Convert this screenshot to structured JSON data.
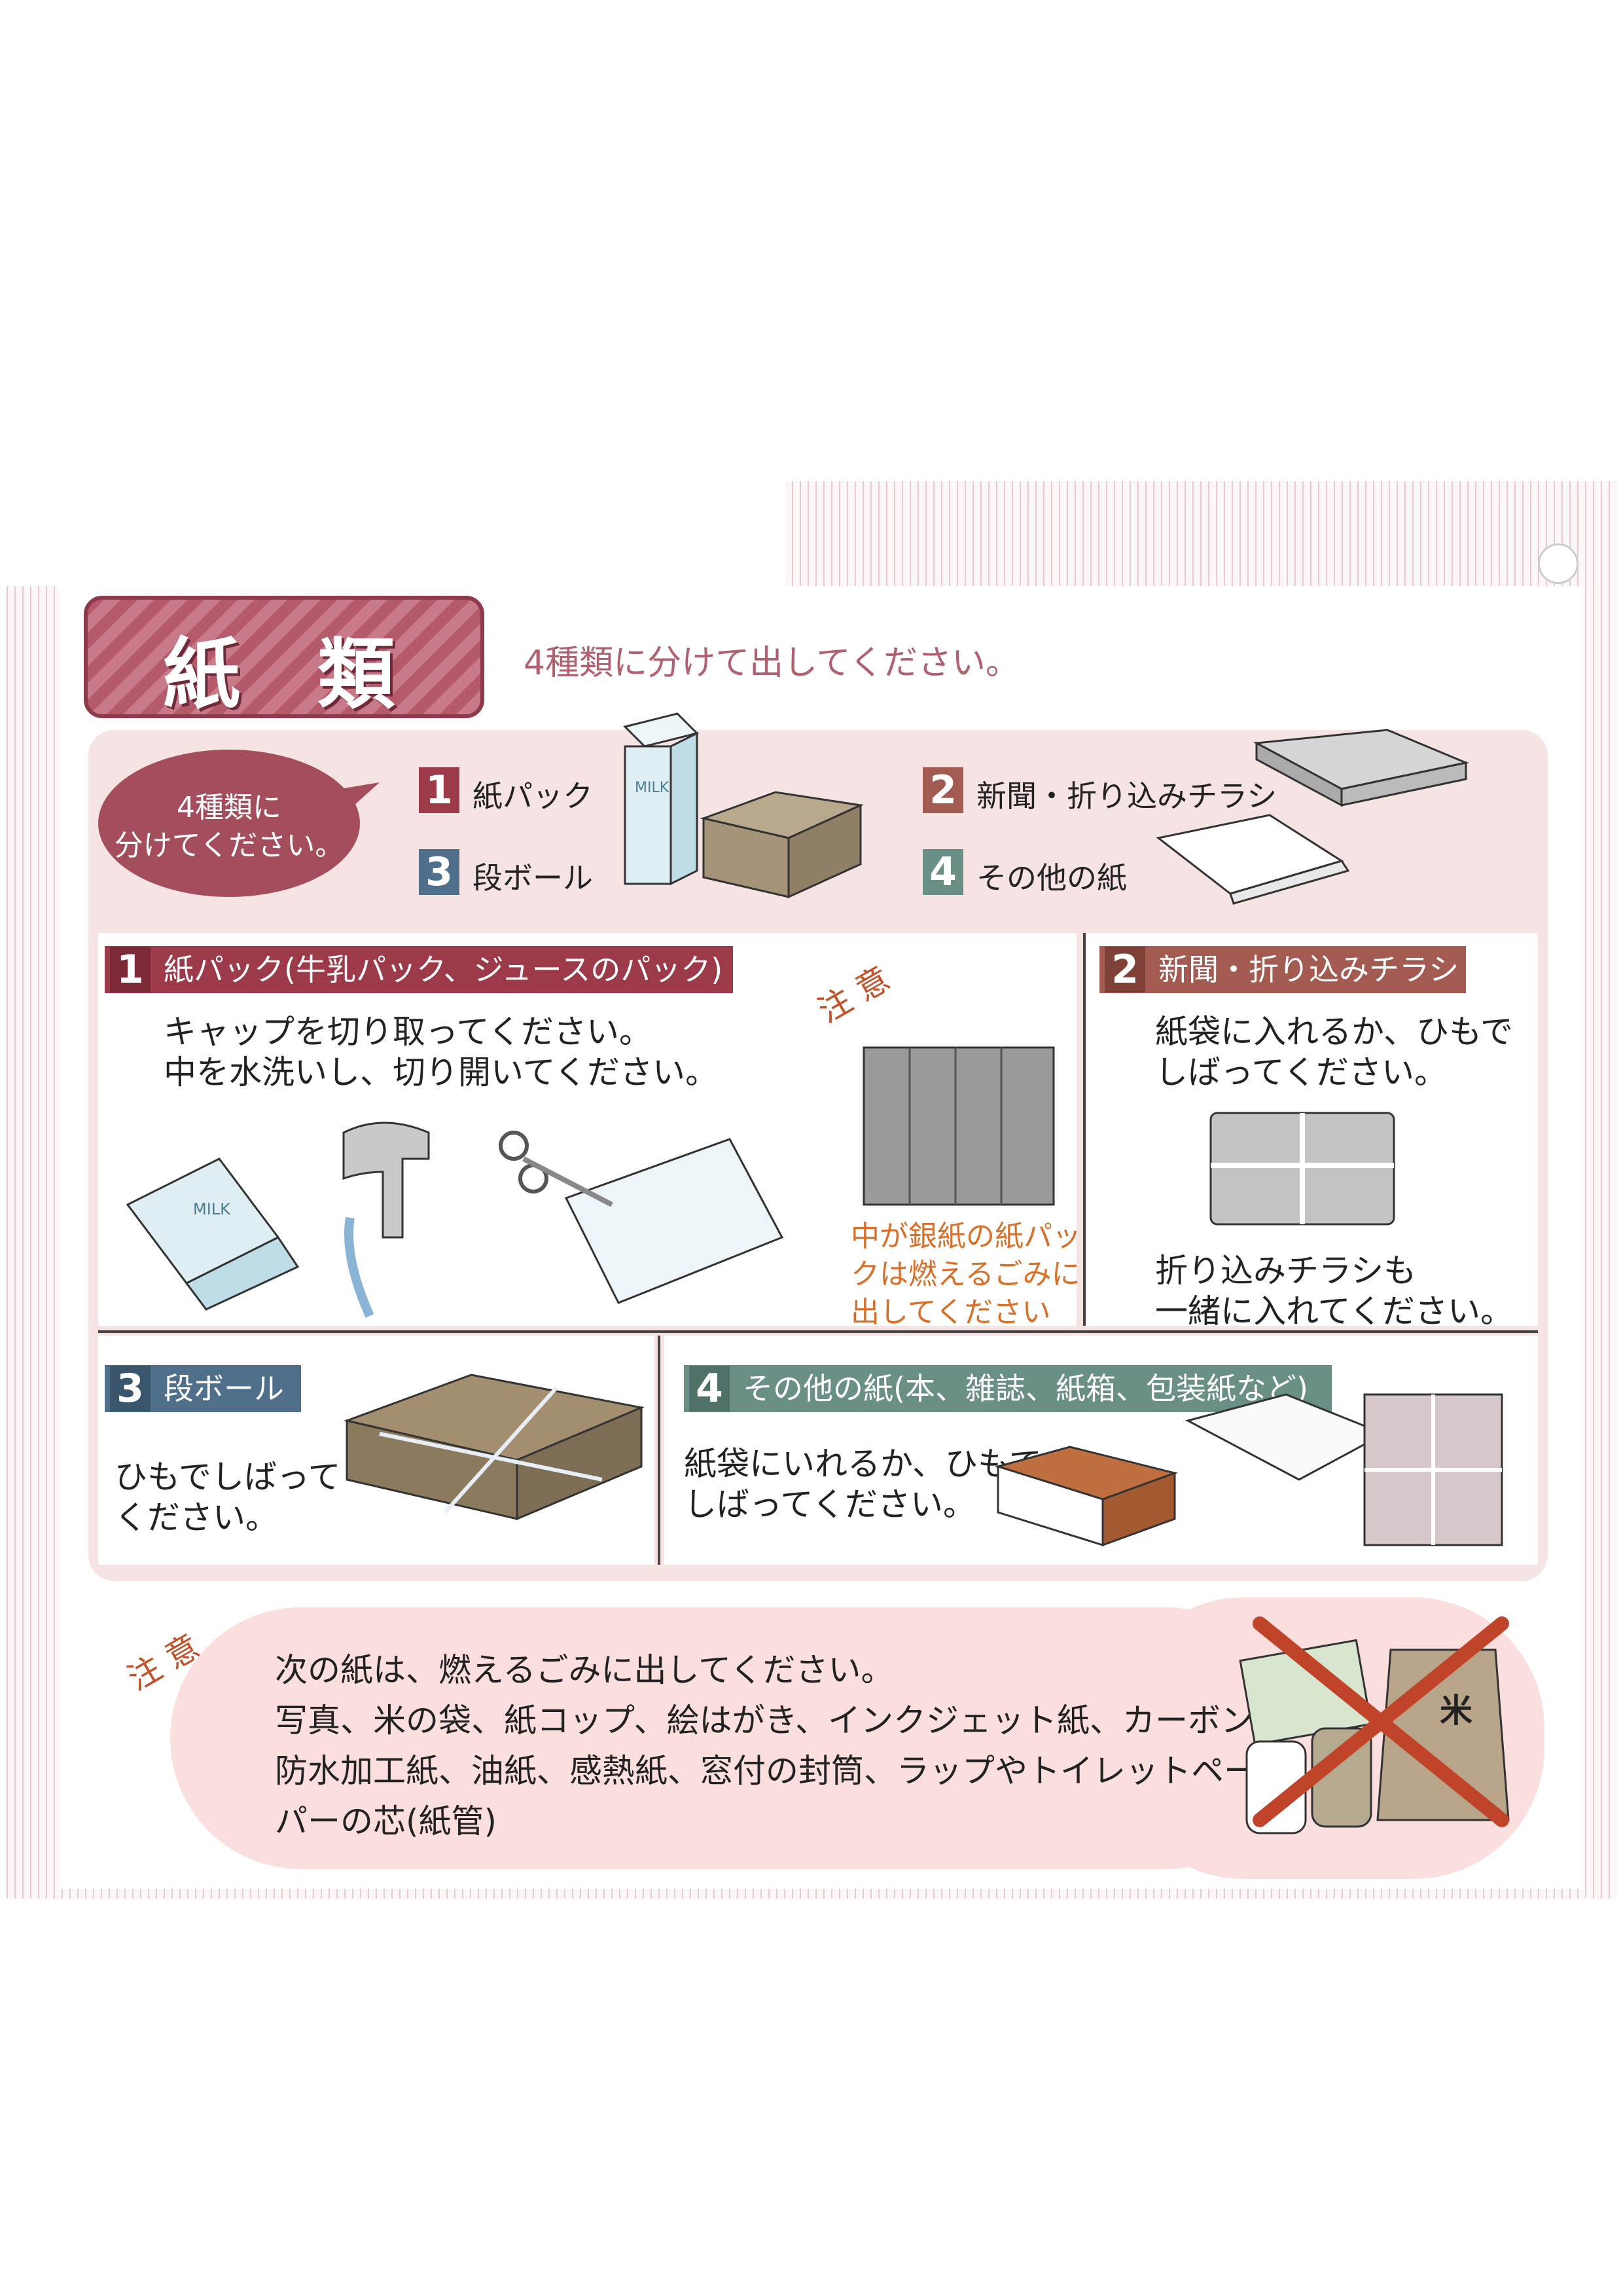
{
  "title": "紙　類",
  "subtitle": "4種類に分けて出してください。",
  "bubble": {
    "line1": "4種類に",
    "line2": "分けてください。"
  },
  "categories": [
    {
      "num": "1",
      "label": "紙パック"
    },
    {
      "num": "2",
      "label": "新聞・折り込みチラシ"
    },
    {
      "num": "3",
      "label": "段ボール"
    },
    {
      "num": "4",
      "label": "その他の紙"
    }
  ],
  "sections": {
    "s1": {
      "num": "1",
      "header": "紙パック(牛乳パック、ジュースのパック)",
      "line1": "キャップを切り取ってください。",
      "line2": "中を水洗いし、切り開いてください。"
    },
    "s1_caution": {
      "tag": "注 意",
      "line1": "中が銀紙の紙パッ",
      "line2": "クは燃えるごみに",
      "line3": "出してください"
    },
    "s2": {
      "num": "2",
      "header": "新聞・折り込みチラシ",
      "line1": "紙袋に入れるか、ひもで",
      "line2": "しばってください。",
      "line3": "折り込みチラシも",
      "line4": "一緒に入れてください。"
    },
    "s3": {
      "num": "3",
      "header": "段ボール",
      "line1": "ひもでしばって",
      "line2": "ください。"
    },
    "s4": {
      "num": "4",
      "header": "その他の紙(本、雑誌、紙箱、包装紙など)",
      "line1": "紙袋にいれるか、ひもで",
      "line2": "しばってください。"
    }
  },
  "caution": {
    "tag": "注 意",
    "line1": "次の紙は、燃えるごみに出してください。",
    "line2": "写真、米の袋、紙コップ、絵はがき、インクジェット紙、カーボン紙、",
    "line3": "防水加工紙、油紙、感熱紙、窓付の封筒、ラップやトイレットペー",
    "line4": "パーの芯(紙管)"
  },
  "illustration_text": {
    "milk": "MILK",
    "rice": "米"
  },
  "colors": {
    "title": "#b55a6a",
    "red": "#9c3a4a",
    "brown": "#a35a50",
    "blue": "#4f6f8a",
    "green": "#6a8f86",
    "orange": "#d9702a",
    "cross": "#c0442a"
  }
}
